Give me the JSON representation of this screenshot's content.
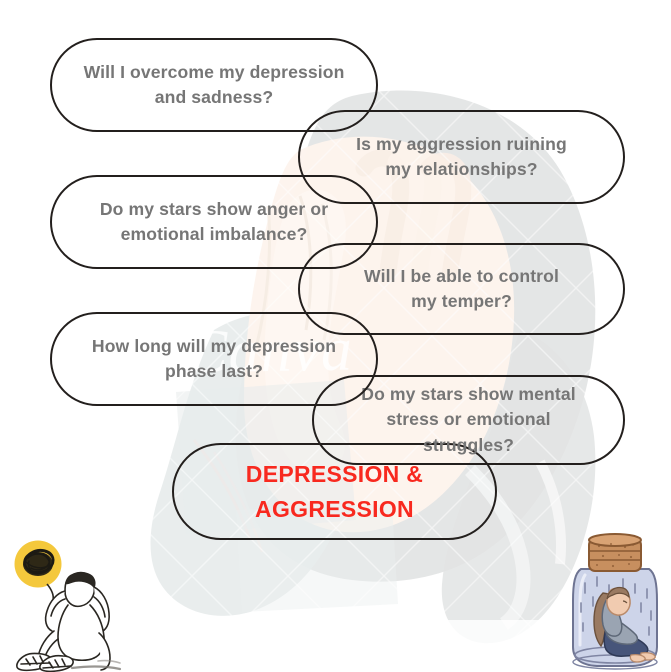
{
  "poster": {
    "background_watermark_label": "Canva",
    "accent_red": "#F8291F",
    "question_text_color": "#767676",
    "outline_color": "#231F1D"
  },
  "pills": [
    {
      "text": "Will I overcome my depression\nand sadness?",
      "type": "question"
    },
    {
      "text": "Is my aggression ruining\nmy relationships?",
      "type": "question"
    },
    {
      "text": "Do my stars show anger or\nemotional imbalance?",
      "type": "question"
    },
    {
      "text": "Will I be able to control\nmy temper?",
      "type": "question"
    },
    {
      "text": "How long will my depression\nphase last?",
      "type": "question"
    },
    {
      "text": "Do my stars show mental\nstress or emotional struggles?",
      "type": "question"
    },
    {
      "text": "DEPRESSION &\nAGGRESSION",
      "type": "title"
    }
  ],
  "illustrations": {
    "left": {
      "name": "seated-person-head-in-hands",
      "scribble_color": "#1C1A14",
      "halo_color": "#F4C83C"
    },
    "right": {
      "name": "person-curled-inside-glass-jar",
      "jar_color": "#C9D0E8",
      "cork_color": "#C08A5C"
    }
  }
}
